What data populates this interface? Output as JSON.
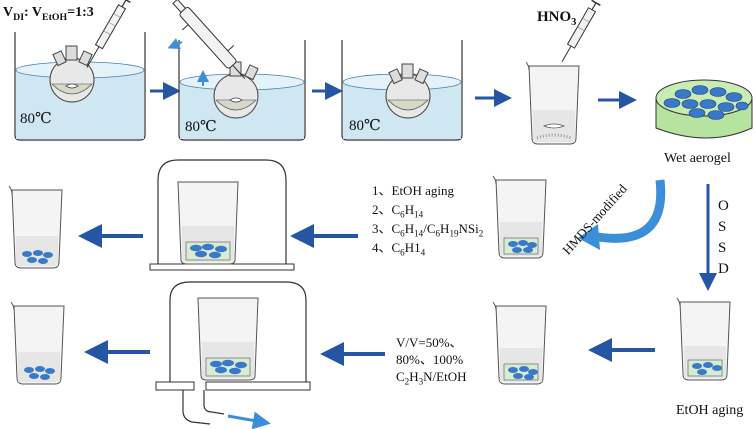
{
  "ratio": {
    "prefix": "V",
    "sub1": "DI",
    "colon": ":  V",
    "sub2": "EtOH",
    "value": "=1:3"
  },
  "bath_temps": [
    "80℃",
    "80℃",
    "80℃"
  ],
  "hno3": {
    "main": "HNO",
    "sub": "3"
  },
  "wet_aerogel": "Wet aerogel",
  "ossd": [
    "O",
    "S",
    "S",
    "D"
  ],
  "hmds": "HMDS-modified",
  "etoh_aging": "EtOH aging",
  "steps1": {
    "s1": "1、EtOH aging",
    "s2a": "2、C",
    "s2b": "6",
    "s2c": "H",
    "s2d": "14",
    "s3a": "3、C",
    "s3b": "6",
    "s3c": "H",
    "s3d": "14",
    "s3e": "/C",
    "s3f": "6",
    "s3g": "H",
    "s3h": "19",
    "s3i": "NSi",
    "s3j": "2",
    "s4a": "4、C",
    "s4b": "6",
    "s4c": "H1",
    "s4d": "4"
  },
  "steps2": {
    "l1": "V/V=50%、",
    "l2": "80%、100%",
    "l3a": "C",
    "l3b": "2",
    "l3c": "H",
    "l3d": "3",
    "l3e": "N/EtOH"
  },
  "colors": {
    "water": "#cfe6f3",
    "water_stroke": "#4a7fa6",
    "arrow": "#2456a4",
    "gel": "#3a78c9",
    "liquid": "#d8ecd2",
    "aerogel_bed": "#b7e3a0",
    "light_arrow": "#3b8fd8"
  }
}
